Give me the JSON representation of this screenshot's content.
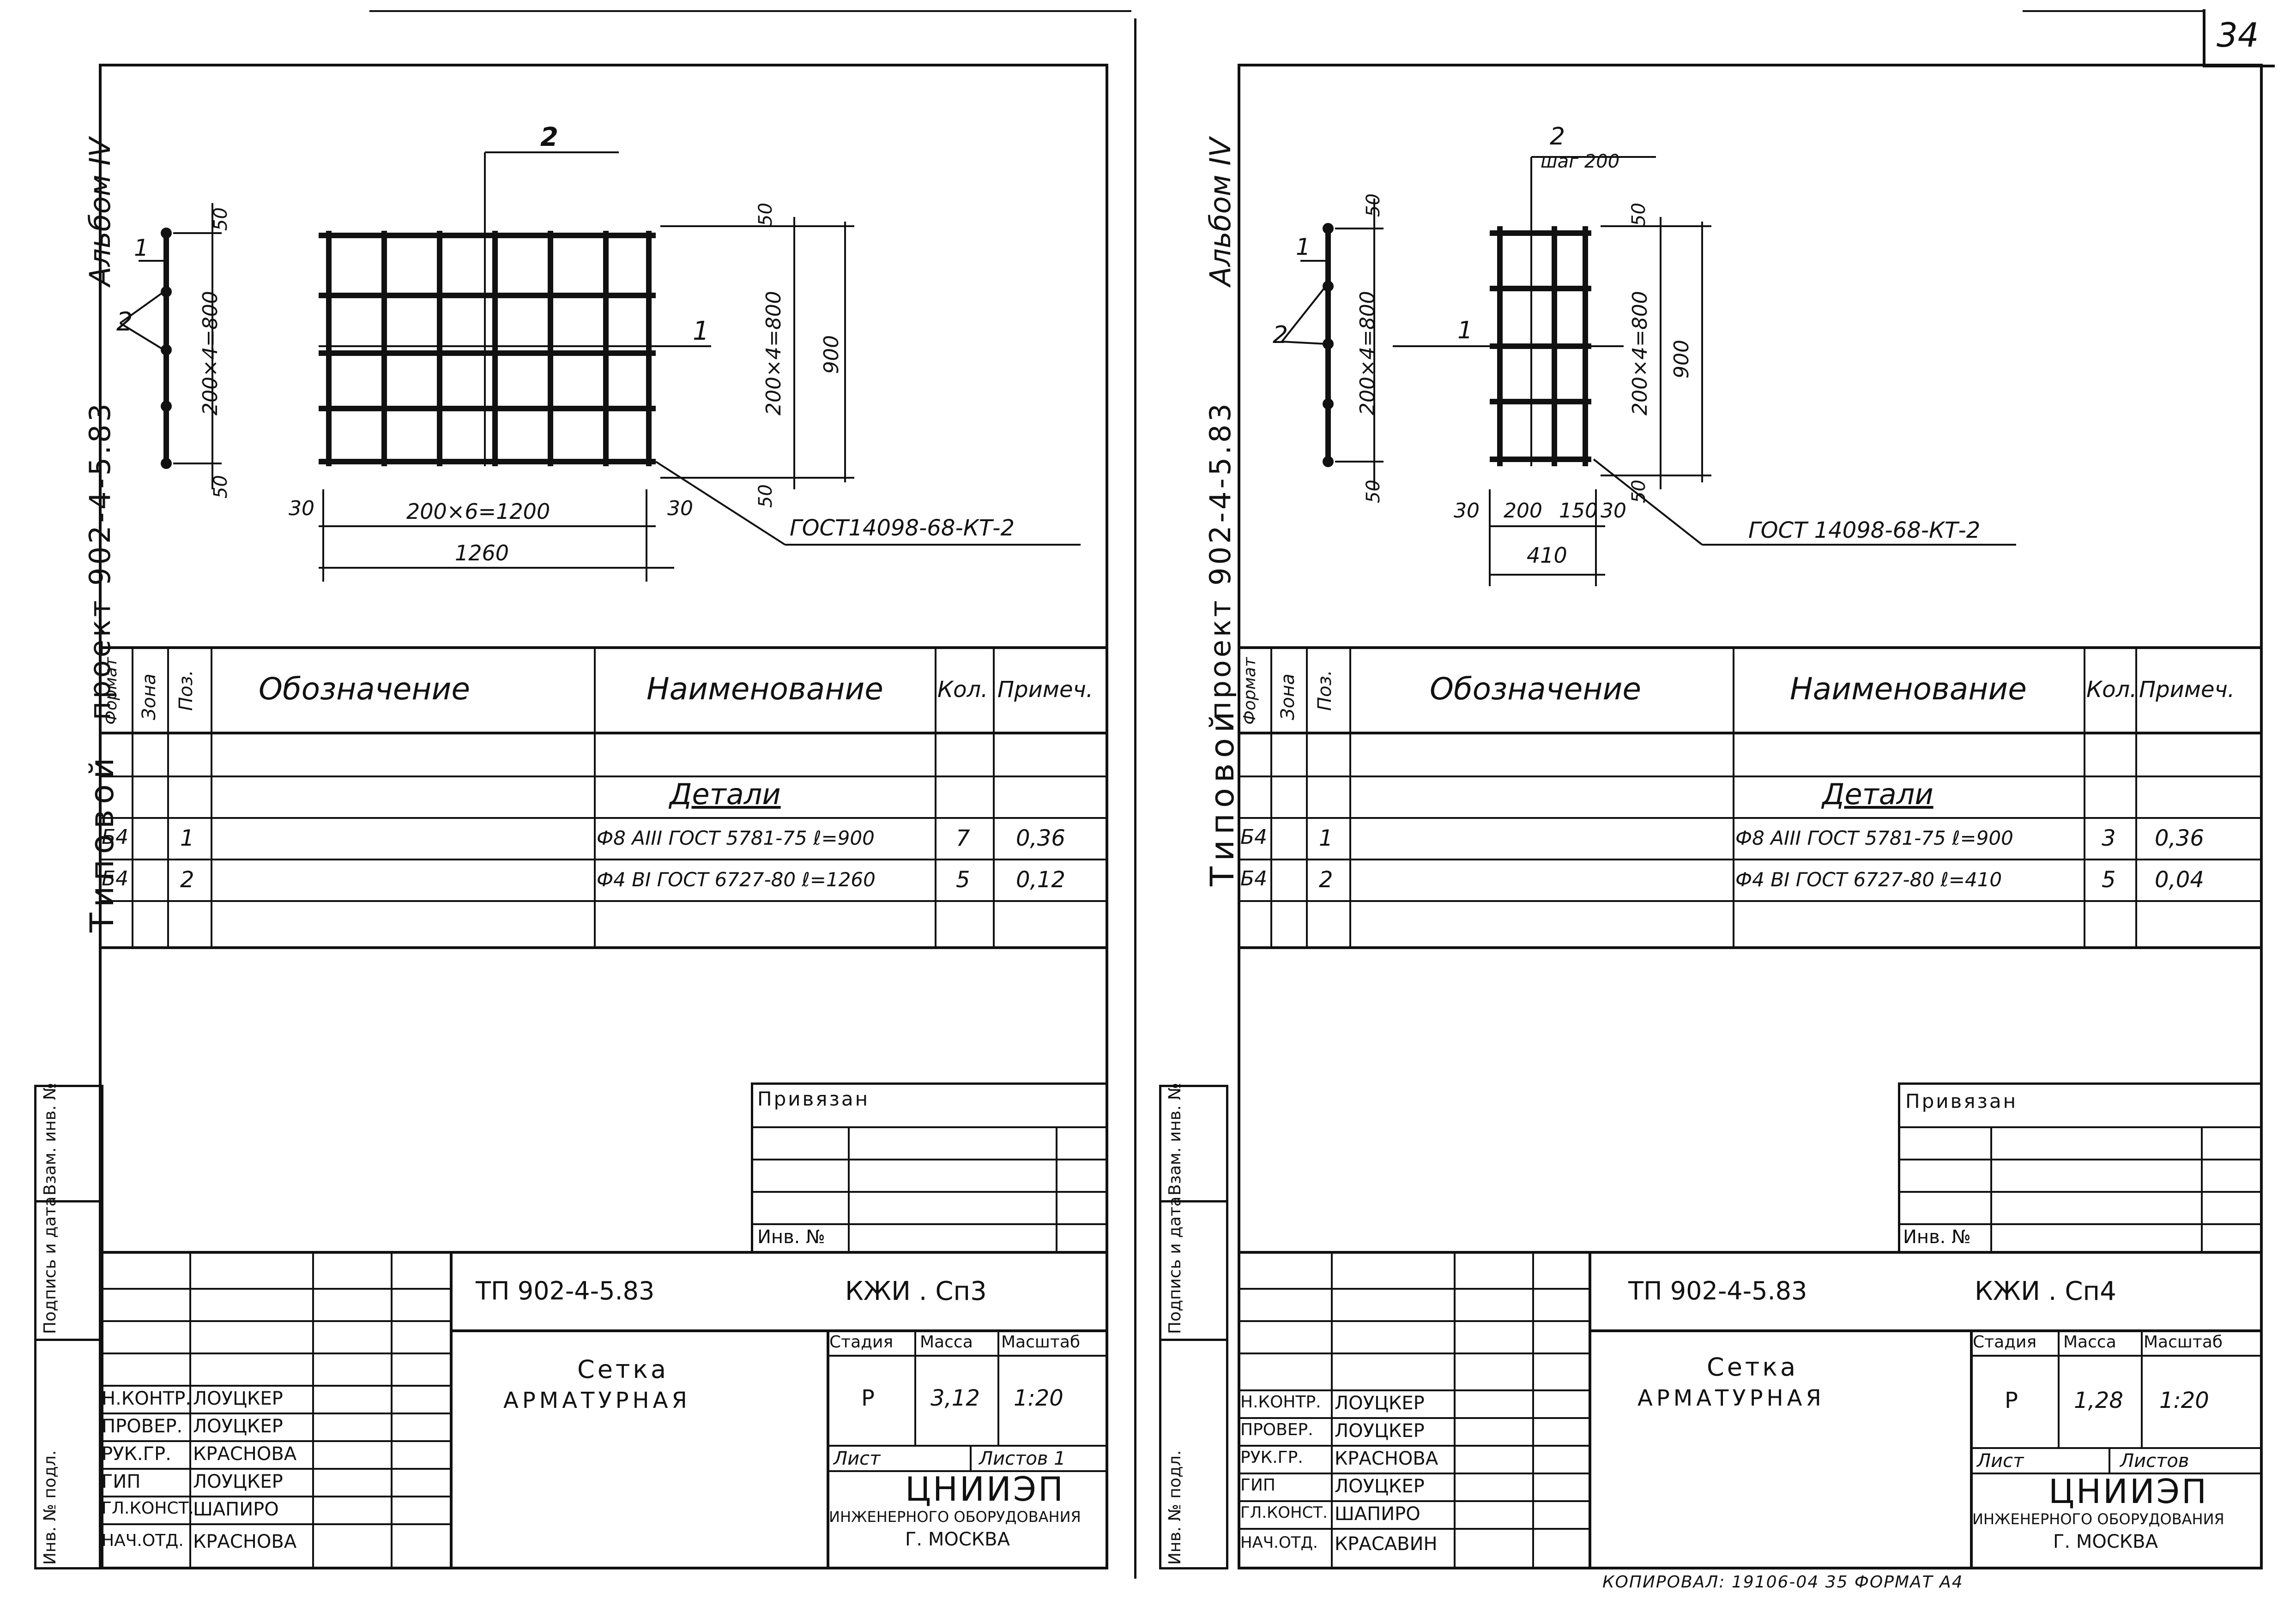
{
  "page_number": "34",
  "copy_note": "КОПИРОВАЛ: 19106-04   35   ФОРМАТ  А4",
  "sheets": [
    {
      "side_album": "Альбом IV",
      "side_project": "проект 902-4-5.83",
      "side_series": "Типовой",
      "side_stamp": [
        "Инв. № подл.",
        "Подпись и дата",
        "Взам. инв. №"
      ],
      "drawing": {
        "leaders": [
          "2",
          "1",
          "2",
          "1"
        ],
        "dims_side": [
          "50",
          "200×4=800",
          "50"
        ],
        "dims_right": [
          "50",
          "200×4=800",
          "900",
          "50"
        ],
        "dims_bottom": [
          "30",
          "200×6=1200",
          "30",
          "1260"
        ],
        "gost_note": "ГОСТ14098-68-КТ-2"
      },
      "spec": {
        "headers": [
          "Формат",
          "Зона",
          "Поз.",
          "Обозначение",
          "Наименование",
          "Кол.",
          "Примеч."
        ],
        "section": "Детали",
        "rows": [
          {
            "format": "Б4",
            "pos": "1",
            "name": "Ф8 АIII ГОСТ 5781-75  ℓ=900",
            "qty": "7",
            "note": "0,36"
          },
          {
            "format": "Б4",
            "pos": "2",
            "name": "Ф4 ВI ГОСТ 6727-80  ℓ=1260",
            "qty": "5",
            "note": "0,12"
          }
        ]
      },
      "privyazan": "Привязан",
      "inv_no": "Инв. №",
      "code": "ТП 902-4-5.83",
      "sheet_code": "КЖИ . Сп3",
      "title": [
        "Сетка",
        "арматурная"
      ],
      "stage_headers": [
        "Стадия",
        "Масса",
        "Масштаб"
      ],
      "stage": "Р",
      "mass": "3,12",
      "scale": "1:20",
      "list_label": "Лист",
      "lists_label": "Листов 1",
      "org": [
        "ЦНИИЭП",
        "инженерного оборудования",
        "г. Москва"
      ],
      "signatures": [
        {
          "role": "Н.контр.",
          "name": "Лоуцкер"
        },
        {
          "role": "Провер.",
          "name": "Лоуцкер"
        },
        {
          "role": "Рук.гр.",
          "name": "Краснова"
        },
        {
          "role": "ГИП",
          "name": "Лоуцкер"
        },
        {
          "role": "Гл.конст.",
          "name": "Шапиро"
        },
        {
          "role": "Нач.отд.",
          "name": "Краснова"
        }
      ]
    },
    {
      "side_album": "Альбом IV",
      "side_project": "проект 902-4-5.83",
      "side_series": "Типовой",
      "side_stamp": [
        "Инв. № подл.",
        "Подпись и дата",
        "Взам. инв. №"
      ],
      "drawing": {
        "leaders": [
          "2",
          "1",
          "2",
          "1"
        ],
        "step_label": "шаг 200",
        "dims_side": [
          "50",
          "200×4=800",
          "50"
        ],
        "dims_right": [
          "50",
          "200×4=800",
          "900",
          "50"
        ],
        "dims_bottom": [
          "30",
          "200",
          "150",
          "30",
          "410"
        ],
        "gost_note": "ГОСТ 14098-68-КТ-2"
      },
      "spec": {
        "headers": [
          "Формат",
          "Зона",
          "Поз.",
          "Обозначение",
          "Наименование",
          "Кол.",
          "Примеч."
        ],
        "section": "Детали",
        "rows": [
          {
            "format": "Б4",
            "pos": "1",
            "name": "Ф8 АIII ГОСТ 5781-75  ℓ=900",
            "qty": "3",
            "note": "0,36"
          },
          {
            "format": "Б4",
            "pos": "2",
            "name": "Ф4 ВI ГОСТ 6727-80  ℓ=410",
            "qty": "5",
            "note": "0,04"
          }
        ]
      },
      "privyazan": "Привязан",
      "inv_no": "Инв. №",
      "code": "ТП 902-4-5.83",
      "sheet_code": "КЖИ . Сп4",
      "title": [
        "Сетка",
        "арматурная"
      ],
      "stage_headers": [
        "Стадия",
        "Масса",
        "Масштаб"
      ],
      "stage": "Р",
      "mass": "1,28",
      "scale": "1:20",
      "list_label": "Лист",
      "lists_label": "Листов",
      "org": [
        "ЦНИИЭП",
        "инженерного оборудования",
        "г. Москва"
      ],
      "signatures": [
        {
          "role": "Н.контр.",
          "name": "Лоуцкер"
        },
        {
          "role": "Провер.",
          "name": "Лоуцкер"
        },
        {
          "role": "Рук.гр.",
          "name": "Краснова"
        },
        {
          "role": "ГИП",
          "name": "Лоуцкер"
        },
        {
          "role": "Гл.конст.",
          "name": "Шапиро"
        },
        {
          "role": "Нач.отд.",
          "name": "Красавин"
        }
      ]
    }
  ]
}
